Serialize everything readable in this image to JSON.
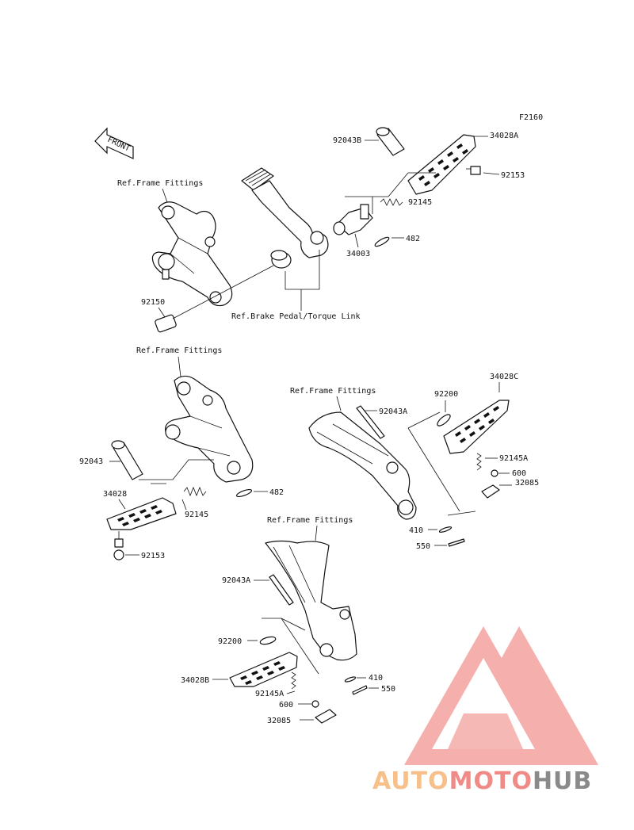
{
  "figure_code": "F2160",
  "front_label": "FRONT",
  "references": {
    "frame_fittings_1": "Ref.Frame Fittings",
    "brake_pedal": "Ref.Brake Pedal/Torque Link",
    "frame_fittings_2": "Ref.Frame Fittings",
    "frame_fittings_3": "Ref.Frame Fittings",
    "frame_fittings_4": "Ref.Frame Fittings"
  },
  "parts": {
    "p92043B": "92043B",
    "p34028A": "34028A",
    "p92153_top": "92153",
    "p92145_top": "92145",
    "p482_top": "482",
    "p34003": "34003",
    "p92150": "92150",
    "p92043": "92043",
    "p34028": "34028",
    "p92145_mid": "92145",
    "p482_mid": "482",
    "p92153_mid": "92153",
    "p34028C": "34028C",
    "p92200_right": "92200",
    "p92043A_right": "92043A",
    "p92145A_right": "92145A",
    "p600_right": "600",
    "p32085_right": "32085",
    "p410_right": "410",
    "p550_right": "550",
    "p92043A_bottom": "92043A",
    "p92200_bottom": "92200",
    "p34028B": "34028B",
    "p410_bottom": "410",
    "p550_bottom": "550",
    "p92145A_bottom": "92145A",
    "p600_bottom": "600",
    "p32085_bottom": "32085"
  },
  "watermark": {
    "part1": "AUTO",
    "part2": "MOTO",
    "part3": "HUB",
    "color_light": "#f7c08a",
    "color_red": "#f08a86",
    "color_gray": "#8a8a8a"
  }
}
